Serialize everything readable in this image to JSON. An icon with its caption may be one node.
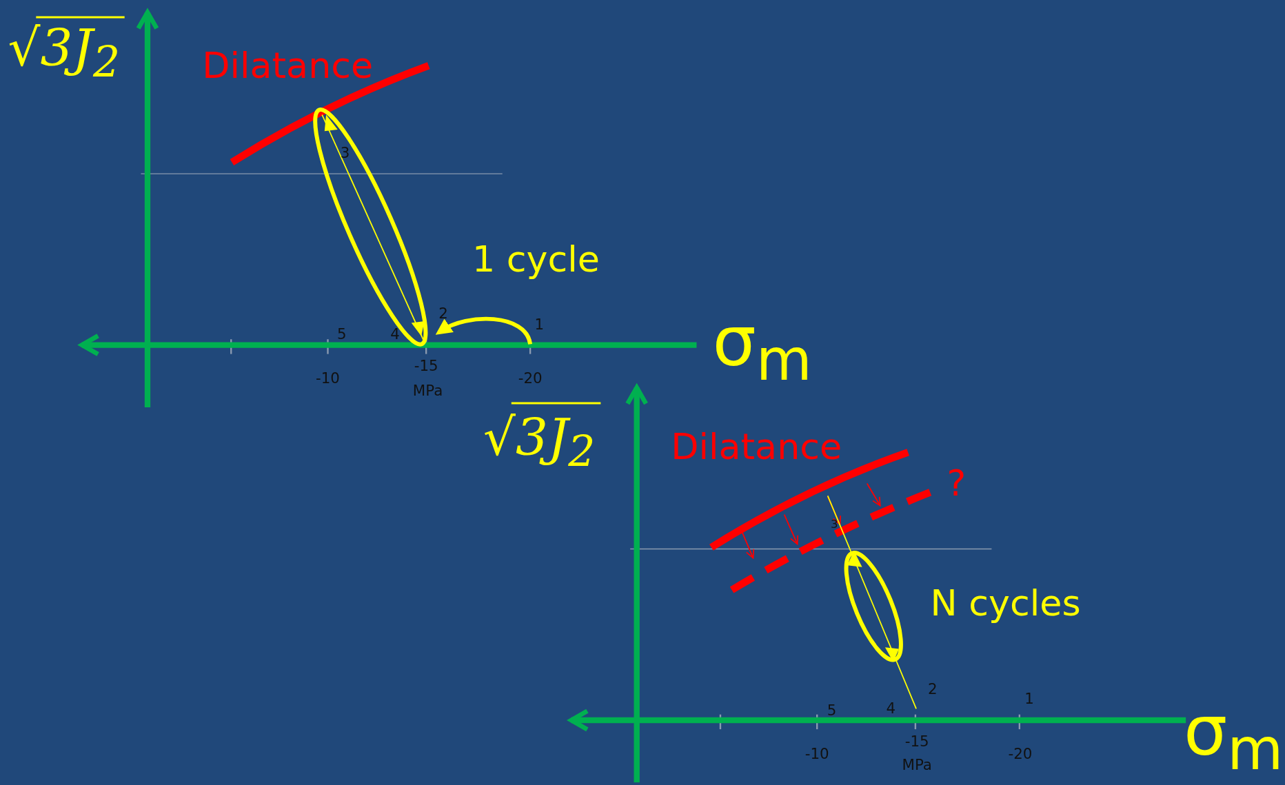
{
  "diagram": {
    "labels": [
      "√3J$_{2}$",
      "Dilatance",
      "3",
      "1 cycle",
      "2",
      "1",
      "5",
      "4",
      "σ$_{m}$",
      "-15",
      "-10",
      "-20",
      "MPa",
      "√3J$_{2}$",
      "Dilatance",
      "?",
      "3",
      "N cycles",
      "2",
      "1",
      "5",
      "4",
      "σ$_{m}$",
      "-15",
      "-10",
      "-20",
      "MPa"
    ]
  }
}
